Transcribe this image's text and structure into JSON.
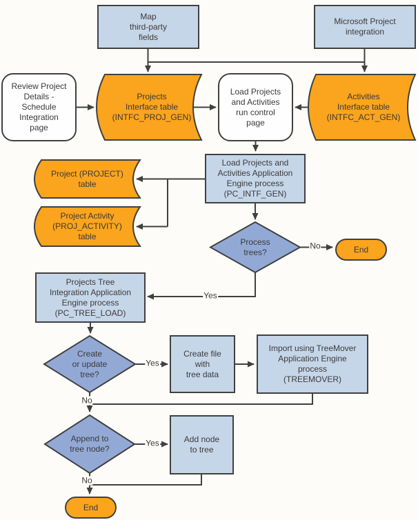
{
  "colors": {
    "canvas": "#fdfcf8",
    "process_fill": "#c6d6e9",
    "decision_fill": "#93a9d5",
    "storage_fill": "#fba41d",
    "terminator_fill": "#fba41d",
    "page_fill": "#fefefe",
    "line": "#404040",
    "text": "#3a3a3a"
  },
  "nodes": {
    "map_fields": {
      "lines": [
        "Map",
        "third-party",
        "fields"
      ]
    },
    "ms_project": {
      "lines": [
        "Microsoft Project",
        "integration"
      ]
    },
    "review_page": {
      "lines": [
        "Review Project",
        "Details -",
        "Schedule",
        "Integration",
        "page"
      ]
    },
    "projects_intfc": {
      "lines": [
        "Projects",
        "Interface table",
        "(INTFC_PROJ_GEN)"
      ]
    },
    "run_control": {
      "lines": [
        "Load Projects",
        "and Activities",
        "run control",
        "page"
      ]
    },
    "activities_intfc": {
      "lines": [
        "Activities",
        "Interface table",
        "(INTFC_ACT_GEN)"
      ]
    },
    "pc_intf_gen": {
      "lines": [
        "Load Projects and",
        "Activities Application",
        "Engine process",
        "(PC_INTF_GEN)"
      ]
    },
    "project_table": {
      "lines": [
        "Project (PROJECT)",
        "table"
      ]
    },
    "proj_activity_table": {
      "lines": [
        "Project Activity",
        "(PROJ_ACTIVITY)",
        "table"
      ]
    },
    "process_trees": {
      "lines": [
        "Process",
        "trees?"
      ]
    },
    "end_top": {
      "lines": [
        "End"
      ]
    },
    "pc_tree_load": {
      "lines": [
        "Projects Tree",
        "Integration Application",
        "Engine process",
        "(PC_TREE_LOAD)"
      ]
    },
    "create_update_tree": {
      "lines": [
        "Create",
        "or update",
        "tree?"
      ]
    },
    "create_file": {
      "lines": [
        "Create file",
        "with",
        "tree data"
      ]
    },
    "treemover": {
      "lines": [
        "Import using TreeMover",
        "Application Engine",
        "process",
        "(TREEMOVER)"
      ]
    },
    "append_node": {
      "lines": [
        "Append to",
        "tree node?"
      ]
    },
    "add_node": {
      "lines": [
        "Add node",
        "to tree"
      ]
    },
    "end_bottom": {
      "lines": [
        "End"
      ]
    }
  },
  "edge_labels": {
    "process_trees_no": "No",
    "process_trees_yes": "Yes",
    "create_update_yes": "Yes",
    "create_update_no": "No",
    "append_yes": "Yes",
    "append_no": "No"
  }
}
